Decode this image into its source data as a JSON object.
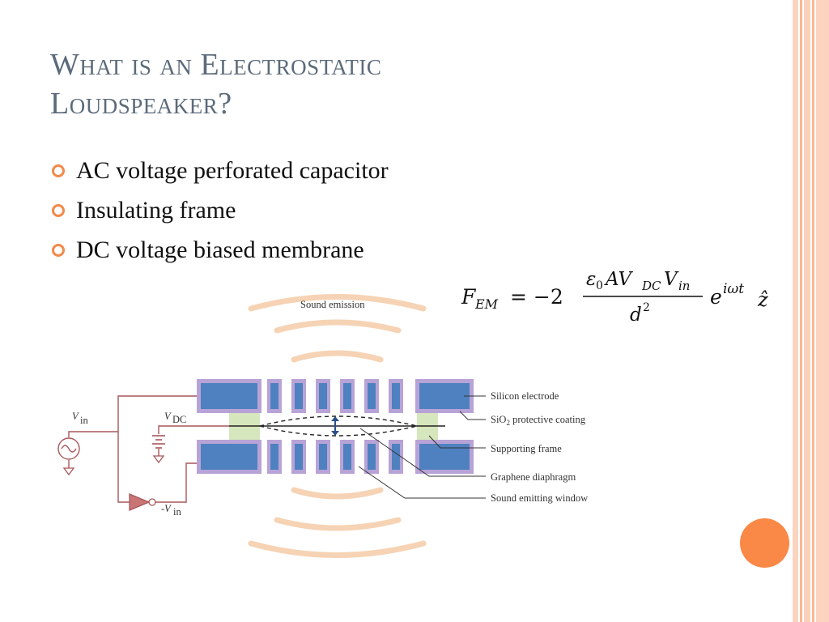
{
  "slide": {
    "title_line1": "What is an Electrostatic",
    "title_line2": "Loudspeaker?",
    "bullets": [
      "AC voltage perforated capacitor",
      "Insulating frame",
      "DC voltage biased membrane"
    ]
  },
  "formula": {
    "F": "F",
    "F_sub": "EM",
    "eq": "= −2",
    "num_eps": "ε",
    "num_eps_sub": "0",
    "num_A": "AV",
    "num_Vdc_sub": "DC",
    "num_V": "V",
    "num_Vin_sub": "in",
    "den_d": "d",
    "den_exp": "2",
    "exp_e": "e",
    "exp_sup": "iωt",
    "zhat": "ẑ"
  },
  "diagram": {
    "sound_emission": "Sound emission",
    "vin": "V",
    "vin_sub": "in",
    "vdc": "V",
    "vdc_sub": "DC",
    "neg_vin": "-V",
    "neg_vin_sub": "in",
    "labels": {
      "silicon_electrode": "Silicon electrode",
      "sio2_prefix": "SiO",
      "sio2_sub": "2",
      "sio2_suffix": " protective coating",
      "supporting_frame": "Supporting frame",
      "graphene": "Graphene diaphragm",
      "window": "Sound emitting window"
    }
  },
  "colors": {
    "accent_orange": "#fa8846",
    "title": "#5b6b7b",
    "electrode_blue": "#4f81c0",
    "coating_purple": "#b8a3d6",
    "frame_green": "#d6e6bd",
    "circuit": "#a9575a",
    "wave": "#f6d3b4"
  }
}
